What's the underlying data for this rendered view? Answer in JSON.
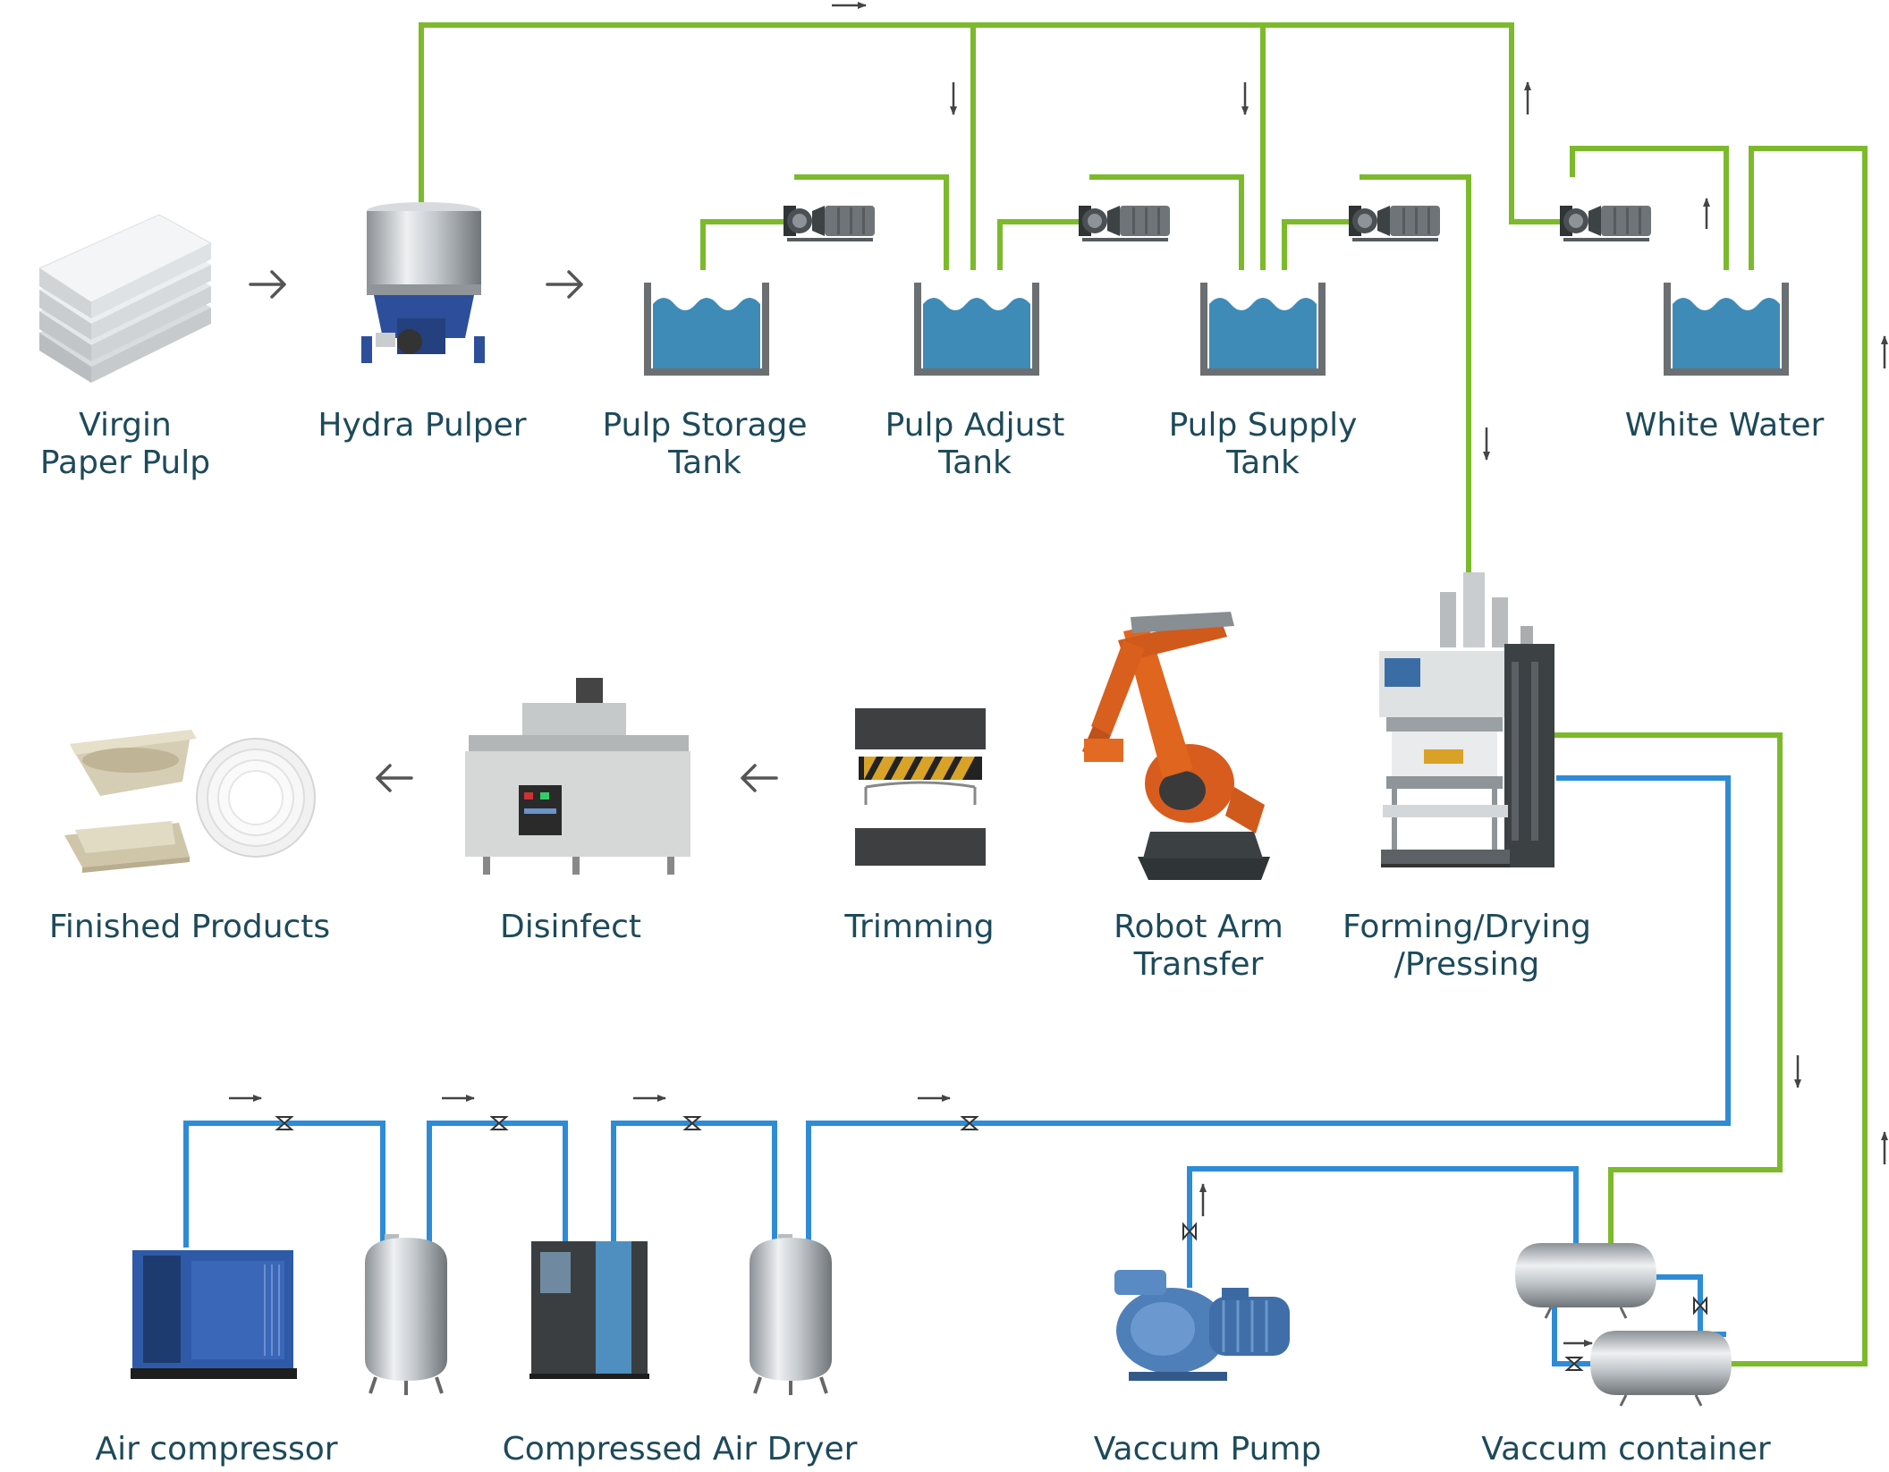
{
  "colors": {
    "green": "#7cba2c",
    "blue": "#2e8cd6",
    "text": "#1d4a5a",
    "water": "#3f8bb7",
    "tank": "#6b6f72",
    "pump": "#5c6266",
    "arrow": "#444444"
  },
  "labels": {
    "virgin": [
      "Virgin",
      "Paper Pulp"
    ],
    "pulper": [
      "Hydra Pulper"
    ],
    "storage": [
      "Pulp Storage",
      "Tank"
    ],
    "adjust": [
      "Pulp Adjust",
      "Tank"
    ],
    "supply": [
      "Pulp Supply",
      "Tank"
    ],
    "white_water": [
      "White Water"
    ],
    "finished": [
      "Finished Products"
    ],
    "disinfect": [
      "Disinfect"
    ],
    "trimming": [
      "Trimming"
    ],
    "robot": [
      "Robot Arm",
      "Transfer"
    ],
    "forming": [
      "Forming/Drying",
      "/Pressing"
    ],
    "air_compressor": [
      "Air compressor"
    ],
    "air_dryer": [
      "Compressed Air Dryer"
    ],
    "vacuum_pump": [
      "Vaccum Pump"
    ],
    "vacuum_container": [
      "Vaccum container"
    ]
  },
  "icons": {
    "virgin": "paper-stack-icon",
    "pulper": "pulper-machine-icon",
    "tank": "water-tank-icon",
    "pump": "pump-icon",
    "finished": "molded-trays-icon",
    "disinfect": "uv-disinfect-machine-icon",
    "trimming": "trimming-press-icon",
    "robot": "robot-arm-icon",
    "forming": "forming-machine-icon",
    "air_compressor": "air-compressor-icon",
    "air_tank": "air-receiver-tank-icon",
    "air_dryer": "air-dryer-icon",
    "vacuum_pump": "vacuum-pump-icon",
    "vacuum_tank": "vacuum-tank-icon",
    "valve": "valve-icon",
    "flow_arrow": "flow-arrow-icon"
  }
}
